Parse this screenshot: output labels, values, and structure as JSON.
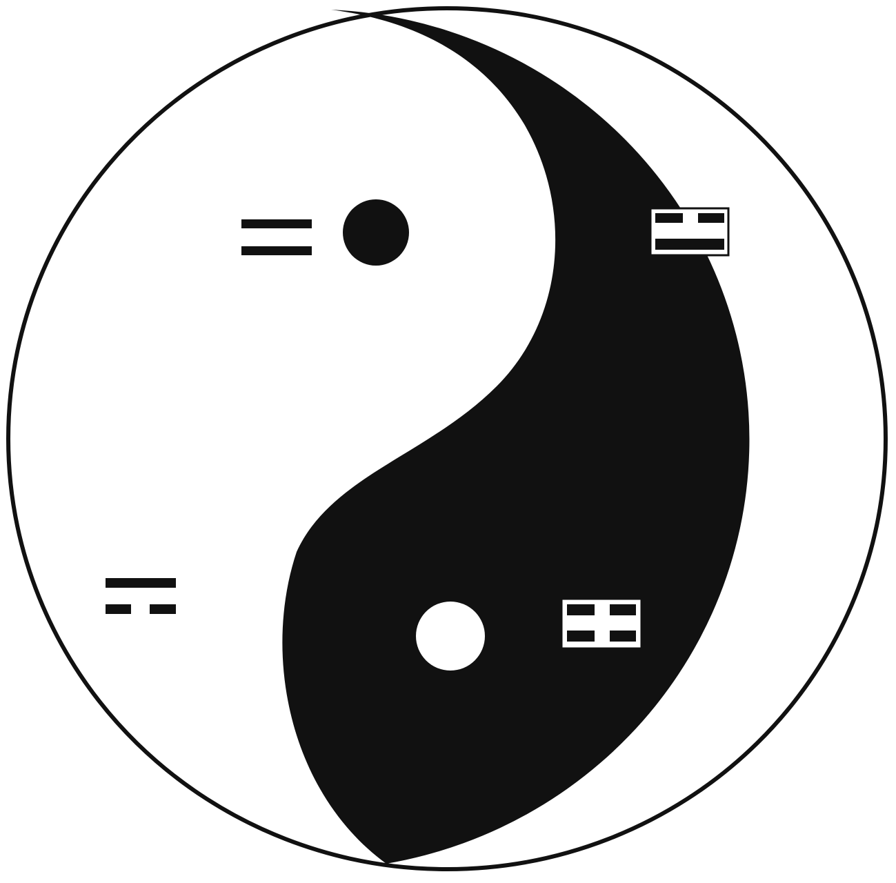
{
  "diagram": {
    "type": "yin-yang-with-bigrams",
    "colors": {
      "yin": "#111111",
      "yang": "#ffffff",
      "outline": "#111111"
    },
    "symbols": [
      {
        "icon": "old-yang-bigram-icon",
        "lines": [
          "solid",
          "solid"
        ],
        "region": "yang"
      },
      {
        "icon": "young-yin-bigram-icon",
        "lines": [
          "broken",
          "solid"
        ],
        "region": "yin"
      },
      {
        "icon": "young-yang-bigram-icon",
        "lines": [
          "solid",
          "broken"
        ],
        "region": "yang"
      },
      {
        "icon": "old-yin-bigram-icon",
        "lines": [
          "broken",
          "broken"
        ],
        "region": "yin"
      }
    ]
  }
}
